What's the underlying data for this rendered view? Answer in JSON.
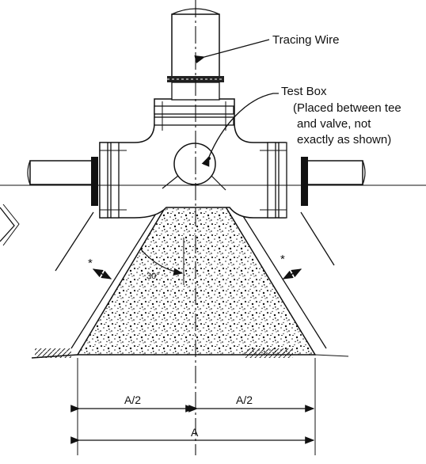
{
  "labels": {
    "tracing_wire": "Tracing Wire",
    "test_box_title": "Test Box",
    "test_box_note_1": "(Placed between tee",
    "test_box_note_2": "and valve, not",
    "test_box_note_3": "exactly as shown)",
    "angle": "30°",
    "star_left": "*",
    "star_right": "*",
    "half_left": "A/2",
    "half_right": "A/2",
    "total": "A"
  }
}
